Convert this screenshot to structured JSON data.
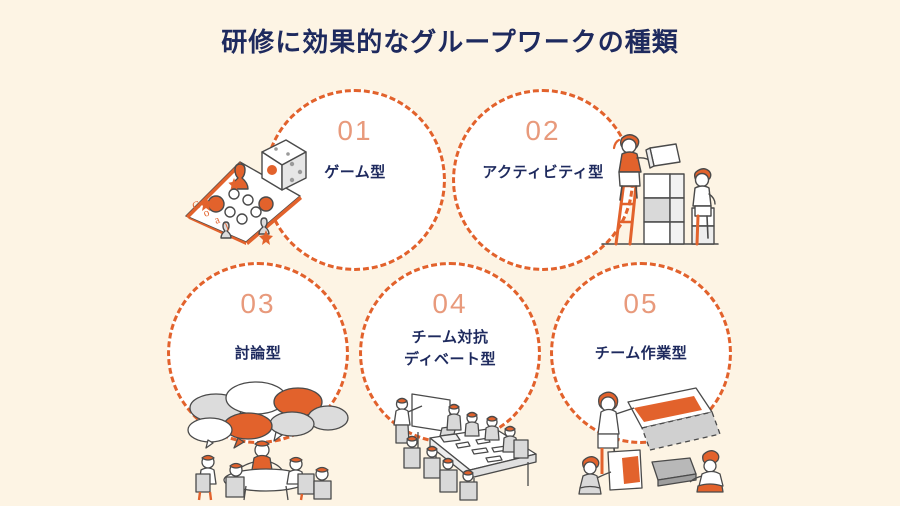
{
  "slide": {
    "background_color": "#FDF4E4",
    "title": "研修に効果的なグループワークの種類",
    "title_color": "#1E2A5E",
    "accent_color": "#E2622C",
    "number_color": "#E79271",
    "circle_fill": "#FFFFFF"
  },
  "items": [
    {
      "number": "01",
      "label": "ゲーム型",
      "label_line2": "",
      "illustration": "board-game-with-dice-illustration"
    },
    {
      "number": "02",
      "label": "アクティビティ型",
      "label_line2": "",
      "illustration": "people-stacking-boxes-on-ladder-illustration"
    },
    {
      "number": "03",
      "label": "討論型",
      "label_line2": "",
      "illustration": "discussion-with-speech-bubbles-illustration"
    },
    {
      "number": "04",
      "label": "チーム対抗",
      "label_line2": "ディベート型",
      "illustration": "debate-meeting-table-illustration"
    },
    {
      "number": "05",
      "label": "チーム作業型",
      "label_line2": "",
      "illustration": "team-assembling-panels-illustration"
    }
  ]
}
